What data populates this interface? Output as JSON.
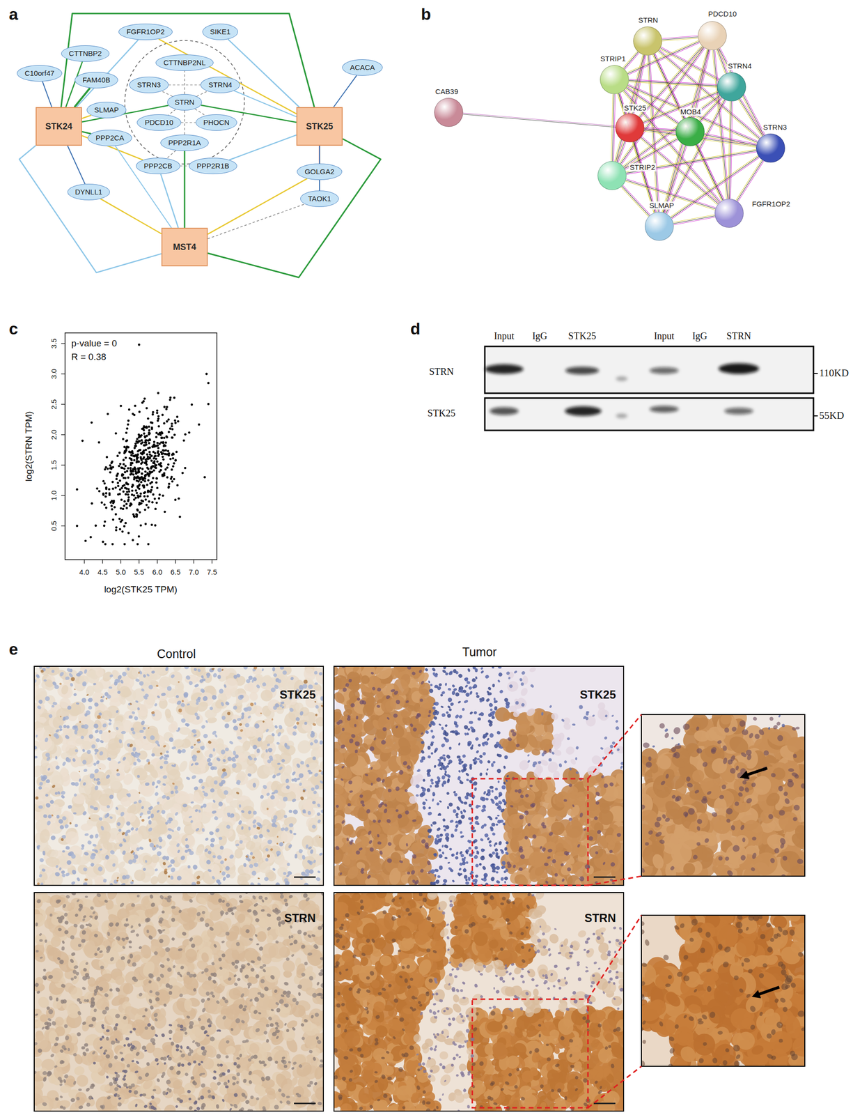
{
  "diagram": {
    "nodes": [
      {
        "text": [
          "FGFR1OP2"
        ]
      },
      {
        "text": [
          "SIKE1"
        ]
      },
      {
        "text": [
          "CTTNBP2"
        ]
      },
      {
        "text": [
          "CTTNBP2NL"
        ]
      },
      {
        "text": [
          "ACACA"
        ]
      },
      {
        "text": [
          "C10orf47"
        ]
      },
      {
        "text": [
          "FAM40B"
        ]
      },
      {
        "text": [
          "STRN3"
        ]
      },
      {
        "text": [
          "STRN4"
        ]
      },
      {
        "text": [
          "STRN"
        ]
      },
      {
        "text": [
          "SLMAP"
        ]
      },
      {
        "text": [
          "STK24"
        ]
      },
      {
        "text": [
          "STK25"
        ]
      },
      {
        "text": [
          "PDCD10"
        ]
      },
      {
        "text": [
          "PHOCN"
        ]
      },
      {
        "text": [
          "PPP2CA"
        ]
      },
      {
        "text": [
          "PPP2R1A"
        ]
      },
      {
        "text": [
          "PPP2CB"
        ]
      },
      {
        "text": [
          "PPP2R1B"
        ]
      },
      {
        "text": [
          "GOLGA2"
        ]
      },
      {
        "text": [
          "DYNLL1"
        ]
      },
      {
        "text": [
          "TAOK1"
        ]
      },
      {
        "text": [
          "MST4"
        ]
      },
      {
        "text": [
          "STRN"
        ]
      },
      {
        "text": [
          "PDCD10"
        ]
      },
      {
        "text": [
          "STRIP1"
        ]
      },
      {
        "text": [
          "STRN4"
        ]
      },
      {
        "text": [
          "CAB39"
        ]
      },
      {
        "text": [
          "STK25"
        ]
      },
      {
        "text": [
          "MOB4"
        ]
      },
      {
        "text": [
          "STRN3"
        ]
      },
      {
        "text": [
          "STRIP2"
        ]
      },
      {
        "text": [
          "FGFR1OP2"
        ]
      },
      {
        "text": [
          "SLMAP"
        ]
      }
    ],
    "edges": [
      {
        "from": 11,
        "to": 5,
        "arrow": "none"
      },
      {
        "from": 11,
        "to": 2,
        "arrow": "none"
      },
      {
        "from": 11,
        "to": 6,
        "arrow": "none"
      },
      {
        "from": 11,
        "to": 0,
        "arrow": "none"
      },
      {
        "from": 11,
        "to": 10,
        "arrow": "none"
      },
      {
        "from": 11,
        "to": 15,
        "arrow": "none"
      },
      {
        "from": 11,
        "to": 17,
        "arrow": "none"
      },
      {
        "from": 11,
        "to": 20,
        "arrow": "none"
      },
      {
        "from": 11,
        "to": 12,
        "arrow": "none"
      },
      {
        "from": 11,
        "to": 22,
        "arrow": "none"
      },
      {
        "from": 11,
        "to": 9,
        "arrow": "none"
      },
      {
        "from": 12,
        "to": 4,
        "arrow": "none"
      },
      {
        "from": 12,
        "to": 1,
        "arrow": "none"
      },
      {
        "from": 12,
        "to": 0,
        "arrow": "none"
      },
      {
        "from": 12,
        "to": 19,
        "arrow": "none"
      },
      {
        "from": 12,
        "to": 21,
        "arrow": "none"
      },
      {
        "from": 12,
        "to": 18,
        "arrow": "none"
      },
      {
        "from": 12,
        "to": 22,
        "arrow": "none"
      },
      {
        "from": 12,
        "to": 9,
        "arrow": "none"
      },
      {
        "from": 12,
        "to": 8,
        "arrow": "none"
      },
      {
        "from": 22,
        "to": 17,
        "arrow": "none"
      },
      {
        "from": 22,
        "to": 20,
        "arrow": "none"
      },
      {
        "from": 22,
        "to": 19,
        "arrow": "none"
      },
      {
        "from": 22,
        "to": 16,
        "arrow": "none"
      },
      {
        "from": 22,
        "to": 15,
        "arrow": "none"
      },
      {
        "from": 22,
        "to": 21,
        "arrow": "none"
      },
      {
        "from": 9,
        "to": 7,
        "arrow": "none"
      },
      {
        "from": 9,
        "to": 8,
        "arrow": "none"
      },
      {
        "from": 9,
        "to": 13,
        "arrow": "none"
      },
      {
        "from": 9,
        "to": 14,
        "arrow": "none"
      },
      {
        "from": 9,
        "to": 3,
        "arrow": "none"
      },
      {
        "from": 9,
        "to": 16,
        "arrow": "none"
      },
      {
        "from": 7,
        "to": 8,
        "arrow": "none"
      },
      {
        "from": 13,
        "to": 14,
        "arrow": "none"
      },
      {
        "from": 17,
        "to": 18,
        "arrow": "none"
      },
      {
        "from": 16,
        "to": 17,
        "arrow": "none"
      },
      {
        "from": 27,
        "to": 28,
        "arrow": "none"
      },
      {
        "from": 23,
        "to": 24,
        "arrow": "none"
      },
      {
        "from": 23,
        "to": 25,
        "arrow": "none"
      },
      {
        "from": 23,
        "to": 26,
        "arrow": "none"
      },
      {
        "from": 23,
        "to": 28,
        "arrow": "none"
      },
      {
        "from": 23,
        "to": 29,
        "arrow": "none"
      },
      {
        "from": 23,
        "to": 30,
        "arrow": "none"
      },
      {
        "from": 23,
        "to": 31,
        "arrow": "none"
      },
      {
        "from": 23,
        "to": 32,
        "arrow": "none"
      },
      {
        "from": 23,
        "to": 33,
        "arrow": "none"
      },
      {
        "from": 24,
        "to": 25,
        "arrow": "none"
      },
      {
        "from": 24,
        "to": 26,
        "arrow": "none"
      },
      {
        "from": 24,
        "to": 28,
        "arrow": "none"
      },
      {
        "from": 24,
        "to": 29,
        "arrow": "none"
      },
      {
        "from": 24,
        "to": 30,
        "arrow": "none"
      },
      {
        "from": 24,
        "to": 31,
        "arrow": "none"
      },
      {
        "from": 24,
        "to": 32,
        "arrow": "none"
      },
      {
        "from": 24,
        "to": 33,
        "arrow": "none"
      },
      {
        "from": 25,
        "to": 26,
        "arrow": "none"
      },
      {
        "from": 25,
        "to": 28,
        "arrow": "none"
      },
      {
        "from": 25,
        "to": 29,
        "arrow": "none"
      },
      {
        "from": 25,
        "to": 30,
        "arrow": "none"
      },
      {
        "from": 25,
        "to": 31,
        "arrow": "none"
      },
      {
        "from": 25,
        "to": 32,
        "arrow": "none"
      },
      {
        "from": 25,
        "to": 33,
        "arrow": "none"
      },
      {
        "from": 26,
        "to": 28,
        "arrow": "none"
      },
      {
        "from": 26,
        "to": 29,
        "arrow": "none"
      },
      {
        "from": 26,
        "to": 30,
        "arrow": "none"
      },
      {
        "from": 26,
        "to": 31,
        "arrow": "none"
      },
      {
        "from": 26,
        "to": 32,
        "arrow": "none"
      },
      {
        "from": 26,
        "to": 33,
        "arrow": "none"
      },
      {
        "from": 28,
        "to": 29,
        "arrow": "none"
      },
      {
        "from": 28,
        "to": 30,
        "arrow": "none"
      },
      {
        "from": 28,
        "to": 31,
        "arrow": "none"
      },
      {
        "from": 28,
        "to": 32,
        "arrow": "none"
      },
      {
        "from": 28,
        "to": 33,
        "arrow": "none"
      },
      {
        "from": 29,
        "to": 30,
        "arrow": "none"
      },
      {
        "from": 29,
        "to": 31,
        "arrow": "none"
      },
      {
        "from": 29,
        "to": 32,
        "arrow": "none"
      },
      {
        "from": 29,
        "to": 33,
        "arrow": "none"
      },
      {
        "from": 30,
        "to": 31,
        "arrow": "none"
      },
      {
        "from": 30,
        "to": 32,
        "arrow": "none"
      },
      {
        "from": 30,
        "to": 33,
        "arrow": "none"
      },
      {
        "from": 31,
        "to": 32,
        "arrow": "none"
      },
      {
        "from": 31,
        "to": 33,
        "arrow": "none"
      },
      {
        "from": 32,
        "to": 33,
        "arrow": "none"
      }
    ],
    "labels": [
      "a",
      "b",
      "c",
      "p-value = 0",
      "R = 0.38",
      "4.0",
      "4.5",
      "5.0",
      "5.5",
      "6.0",
      "6.5",
      "7.0",
      "7.5",
      "0.5",
      "1.0",
      "1.5",
      "2.0",
      "2.5",
      "3.0",
      "3.5",
      "log2(STRN TPM)",
      "log2(STK25 TPM)",
      "d",
      "Input",
      "IgG",
      "STK25",
      "Input",
      "IgG",
      "STRN",
      "STRN",
      "STK25",
      "110KD",
      "55KD",
      "e",
      "Control",
      "Tumor",
      "STK25",
      "STRN",
      "STK25",
      "STRN"
    ]
  }
}
